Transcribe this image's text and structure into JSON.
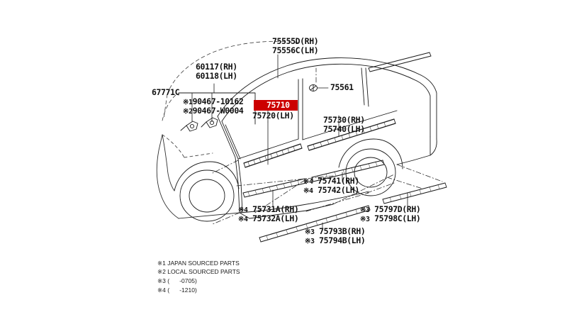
{
  "diagram": {
    "title": "Toyota body side moulding parts diagram",
    "highlight_color": "#cc0000",
    "highlighted_part": "75710"
  },
  "callouts": {
    "roof_moulding": {
      "rh": "75555D(RH)",
      "lh": "75556C(LH)"
    },
    "visor": {
      "rh": "60117(RH)",
      "lh": "60118(LH)"
    },
    "retainer": "67771C",
    "clip1": "90467-10162",
    "clip1_mark": "※1",
    "clip2": "90467-W0004",
    "clip2_mark": "※2",
    "front_door_belt": {
      "rh": "75710",
      "lh": "75720(LH)"
    },
    "rear_door_belt": {
      "rh": "75730(RH)",
      "lh": "75740(LH)"
    },
    "clip_75561": "75561",
    "rear_door_moulding": {
      "rh": "75741(RH)",
      "lh": "75742(LH)",
      "mark": "※4"
    },
    "front_door_moulding": {
      "rh": "75731A(RH)",
      "lh": "75732A(LH)",
      "mark": "※4"
    },
    "rocker_moulding_front": {
      "rh": "75793B(RH)",
      "lh": "75794B(LH)",
      "mark": "※3"
    },
    "rocker_moulding_rear": {
      "rh": "75797D(RH)",
      "lh": "75798C(LH)",
      "mark": "※3"
    }
  },
  "legend": {
    "lines": [
      "※1 JAPAN SOURCED PARTS",
      "※2 LOCAL SOURCED PARTS",
      "※3 (      -0705)",
      "※4 (      -1210)"
    ]
  }
}
